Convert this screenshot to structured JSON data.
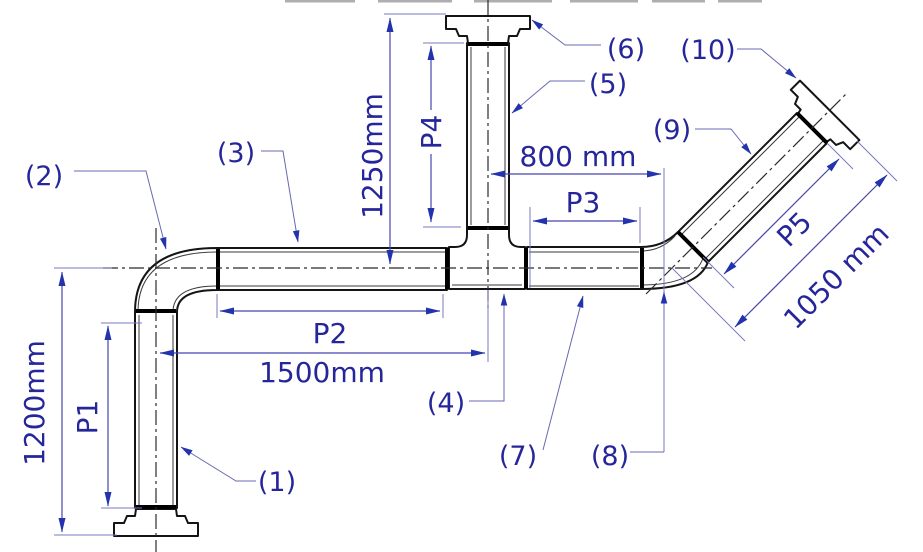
{
  "drawing": {
    "labels": {
      "n1": "(1)",
      "n2": "(2)",
      "n3": "(3)",
      "n4": "(4)",
      "n5": "(5)",
      "n6": "(6)",
      "n7": "(7)",
      "n8": "(8)",
      "n9": "(9)",
      "n10": "(10)"
    },
    "dims": {
      "p1": "P1",
      "p2": "P2",
      "p3": "P3",
      "p4": "P4",
      "p5": "P5",
      "len1200": "1200mm",
      "len1500": "1500mm",
      "len1250": "1250mm",
      "len800": "800 mm",
      "len1050": "1050 mm"
    },
    "colors": {
      "dimension_blue": "#26269b",
      "pipe_line": "#141414",
      "background": "#ffffff"
    }
  }
}
